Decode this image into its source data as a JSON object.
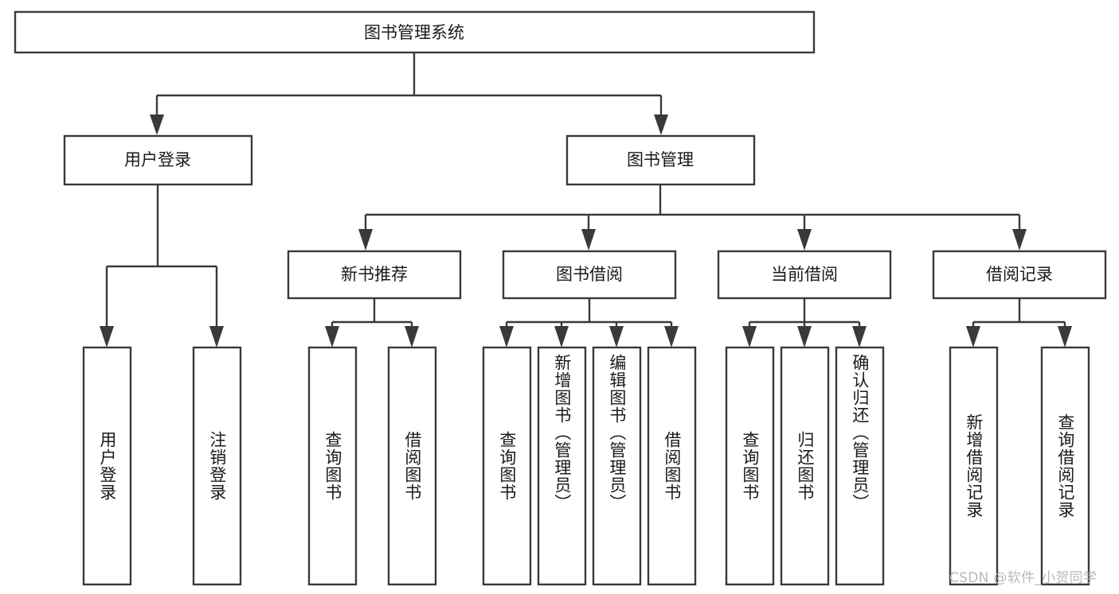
{
  "diagram": {
    "title_node": {
      "label": "图书管理系统"
    },
    "level2": [
      {
        "id": "user-login",
        "label": "用户登录"
      },
      {
        "id": "book-management",
        "label": "图书管理"
      }
    ],
    "level3": [
      {
        "id": "new-book-recommend",
        "label": "新书推荐"
      },
      {
        "id": "book-borrow",
        "label": "图书借阅"
      },
      {
        "id": "current-borrow",
        "label": "当前借阅"
      },
      {
        "id": "borrow-record",
        "label": "借阅记录"
      }
    ],
    "leaves": [
      {
        "id": "leaf-user-login",
        "label": "用户登录",
        "parent": "user-login"
      },
      {
        "id": "leaf-logout-login",
        "label": "注销登录",
        "parent": "user-login"
      },
      {
        "id": "leaf-query-book-1",
        "label": "查询图书",
        "parent": "new-book-recommend"
      },
      {
        "id": "leaf-borrow-book-1",
        "label": "借阅图书",
        "parent": "new-book-recommend"
      },
      {
        "id": "leaf-query-book-2",
        "label": "查询图书",
        "parent": "book-borrow"
      },
      {
        "id": "leaf-add-book",
        "label": "新增图书（管理员）",
        "parent": "book-borrow"
      },
      {
        "id": "leaf-edit-book",
        "label": "编辑图书（管理员）",
        "parent": "book-borrow"
      },
      {
        "id": "leaf-borrow-book-2",
        "label": "借阅图书",
        "parent": "book-borrow"
      },
      {
        "id": "leaf-query-book-3",
        "label": "查询图书",
        "parent": "current-borrow"
      },
      {
        "id": "leaf-return-book",
        "label": "归还图书",
        "parent": "current-borrow"
      },
      {
        "id": "leaf-confirm-return",
        "label": "确认归还（管理员）",
        "parent": "current-borrow"
      },
      {
        "id": "leaf-add-borrow-record",
        "label": "新增借阅记录",
        "parent": "borrow-record"
      },
      {
        "id": "leaf-query-borrow-record",
        "label": "查询借阅记录",
        "parent": "borrow-record"
      }
    ],
    "watermark": "CSDN @软件_小贺同学",
    "colors": {
      "stroke": "#3a3a3a",
      "fill": "#ffffff",
      "text": "#1a1a1a",
      "watermark": "#b9b9b9"
    }
  }
}
